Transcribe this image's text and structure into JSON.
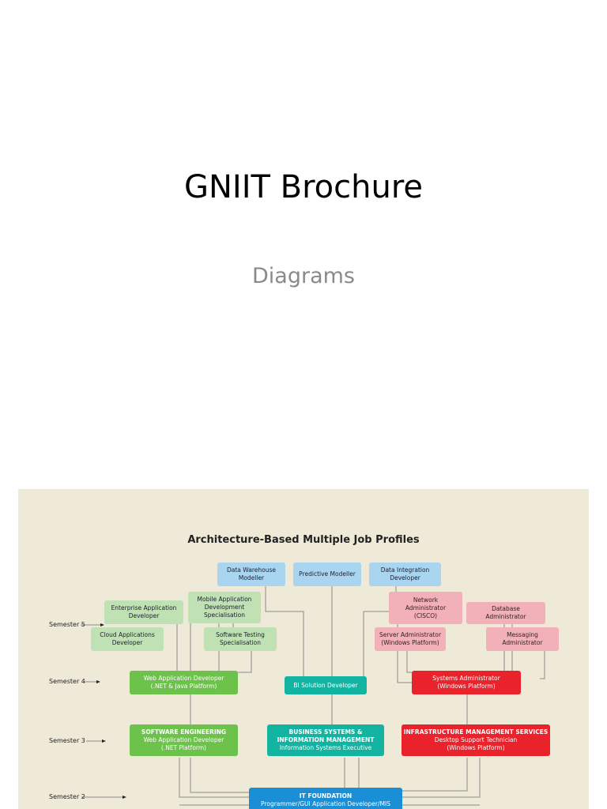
{
  "slide": {
    "title": "GNIIT Brochure",
    "subtitle": "Diagrams"
  },
  "diagram": {
    "title": "Architecture-Based Multiple Job Profiles",
    "semesters": {
      "s5": "Semester 5",
      "s4": "Semester 4",
      "s3": "Semester 3",
      "s2": "Semester 2"
    },
    "roles": {
      "data_warehouse": [
        "Data Warehouse",
        "Modeller"
      ],
      "predictive": [
        "Predictive Modeller"
      ],
      "data_integration": [
        "Data Integration",
        "Developer"
      ],
      "enterprise_app": [
        "Enterprise Application",
        "Developer"
      ],
      "mobile_app": [
        "Mobile Application",
        "Development",
        "Specialisation"
      ],
      "cloud_app": [
        "Cloud Applications",
        "Developer"
      ],
      "software_testing": [
        "Software Testing",
        "Specialisation"
      ],
      "network_admin": [
        "Network",
        "Administrator",
        "(CISCO)"
      ],
      "database_admin": [
        "Database",
        "Administrator"
      ],
      "server_admin": [
        "Server Administrator",
        "(Windows Platform)"
      ],
      "messaging_admin": [
        "Messaging",
        "Administrator"
      ],
      "web_app_dev": [
        "Web Application Developer",
        "(.NET & Java Platform)"
      ],
      "bi_dev": [
        "BI Solution Developer"
      ],
      "systems_admin": [
        "Systems Administrator",
        "(Windows Platform)"
      ],
      "software_eng": [
        "SOFTWARE ENGINEERING",
        "Web Application Developer",
        "(.NET Platform)"
      ],
      "business_systems": [
        "BUSINESS SYSTEMS &",
        "INFORMATION MANAGEMENT",
        "Information Systems Executive"
      ],
      "infra_mgmt": [
        "INFRASTRUCTURE MANAGEMENT SERVICES",
        "Desktop Support Technician",
        "(Windows Platform)"
      ],
      "it_foundation": [
        "IT FOUNDATION",
        "Programmer/GUI Application Developer/MIS"
      ]
    },
    "colors": {
      "panel_bg": "#efe9d8",
      "light_blue": "#a9d5f0",
      "light_green": "#bfe1b4",
      "light_pink": "#f2b0b8",
      "green": "#6cc24a",
      "teal": "#12b3a0",
      "red": "#e9222b",
      "blue": "#1a8fd6"
    }
  }
}
